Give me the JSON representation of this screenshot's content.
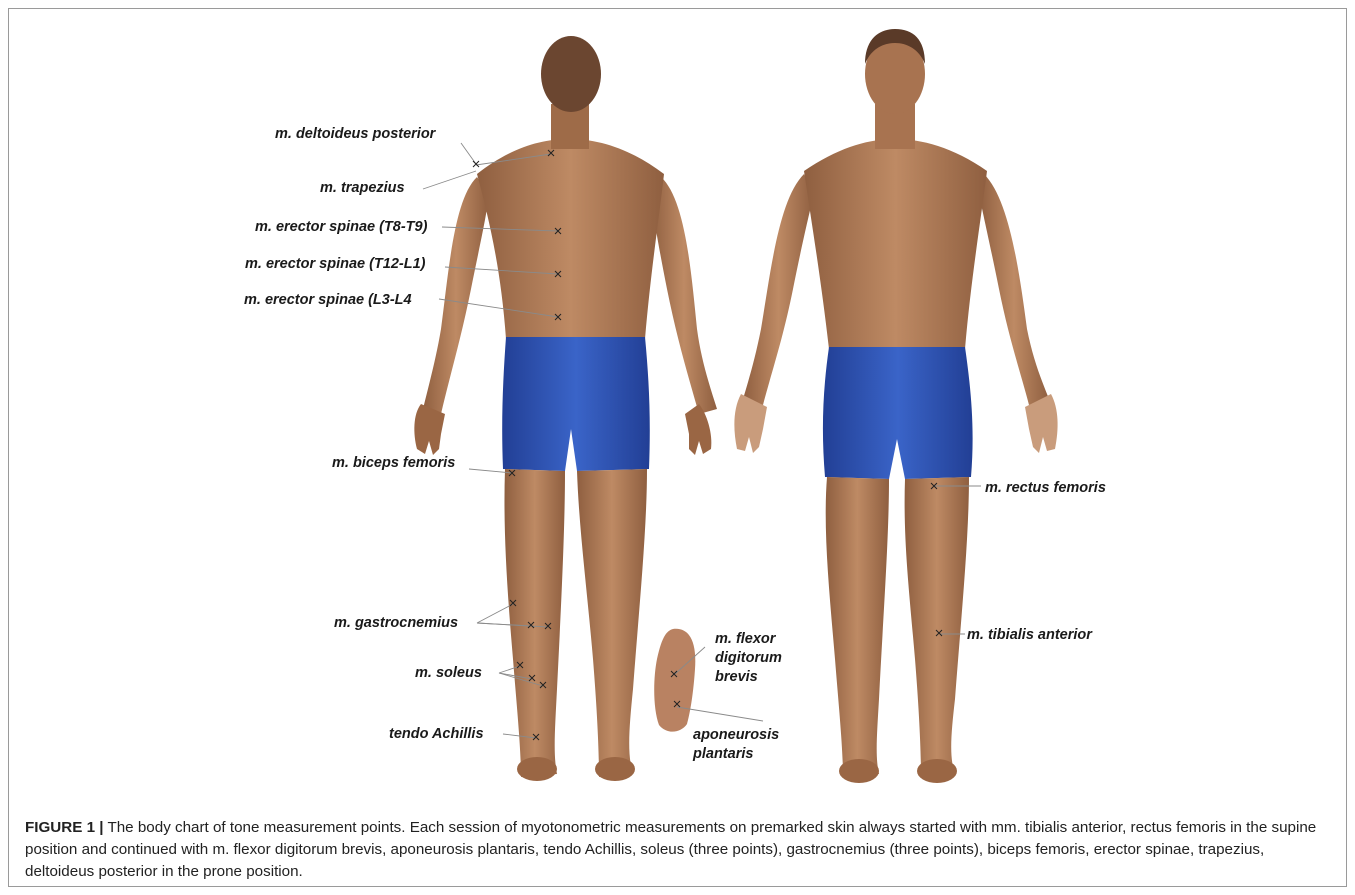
{
  "labels": {
    "deltoideus": "m. deltoideus posterior",
    "trapezius": "m. trapezius",
    "erector_t8": "m. erector spinae (T8-T9)",
    "erector_t12": "m. erector spinae (T12-L1)",
    "erector_l3": "m. erector spinae (L3-L4",
    "biceps": "m. biceps femoris",
    "gastrocnemius": "m. gastrocnemius",
    "soleus": "m. soleus",
    "achillis": "tendo Achillis",
    "flexor": "m. flexor\ndigitorum\nbrevis",
    "aponeurosis": "aponeurosis\nplantaris",
    "rectus": "m. rectus femoris",
    "tibialis": "m. tibialis anterior"
  },
  "caption": {
    "figure_label": "FIGURE 1 |",
    "text": " The body chart of tone measurement points. Each session of myotonometric measurements on premarked skin always started with mm. tibialis anterior, rectus femoris in the supine position and continued with m. flexor digitorum brevis, aponeurosis plantaris, tendo Achillis, soleus (three points), gastrocnemius (three points), biceps femoris, erector spinae, trapezius, deltoideus posterior in the prone position."
  },
  "colors": {
    "skin": "#b07a56",
    "skin_dark": "#8a5a3c",
    "shorts": "#2e55b8",
    "hair": "#5a3a28"
  }
}
